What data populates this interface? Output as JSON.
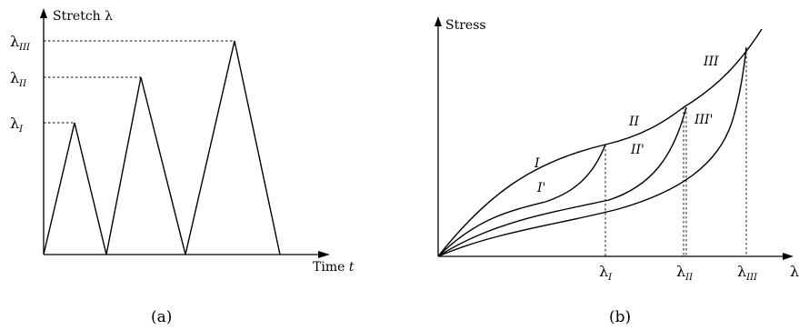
{
  "panel_a": {
    "y_axis_label": "Stretch λ",
    "x_axis_label": "Time t",
    "caption": "(a)",
    "levels": [
      {
        "main": "λ",
        "sub": "I"
      },
      {
        "main": "λ",
        "sub": "II"
      },
      {
        "main": "λ",
        "sub": "III"
      }
    ]
  },
  "panel_b": {
    "y_axis_label": "Stress",
    "x_axis_label": "λ",
    "caption": "(b)",
    "ticks": [
      {
        "main": "λ",
        "sub": "I"
      },
      {
        "main": "λ",
        "sub": "II"
      },
      {
        "main": "λ",
        "sub": "III"
      }
    ],
    "curve_labels": {
      "I": "I",
      "I_prime": "I'",
      "II": "II",
      "II_prime": "II'",
      "III": "III",
      "III_prime": "III'"
    }
  },
  "colors": {
    "ink": "#000000",
    "background": "#ffffff"
  }
}
